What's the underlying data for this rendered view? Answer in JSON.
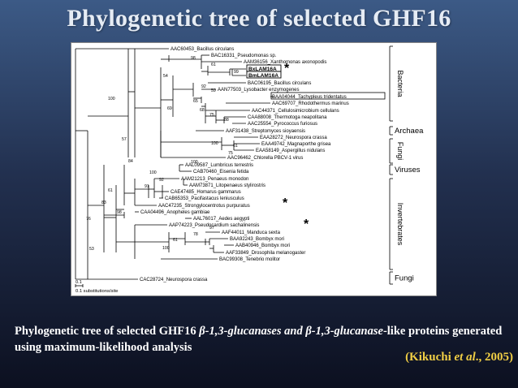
{
  "title": "Phylogenetic tree of selected GHF16",
  "tree": {
    "leaves": [
      "AAC60453_Bacillus circulans",
      "BAC16331_Pseudomonas sp.",
      "AAM36156_Xanthomonas axonopodis",
      "BxLAM16A",
      "BmLAM16A",
      "BAC06195_Bacillus circulans",
      "AAN77503_Lysobacter enzymogenes",
      "BAA04044_Tachypleus tridentatus",
      "AAC69707_Rhodothermus marinus",
      "AAC44371_Cellulosimicrobium cellulans",
      "CAA88008_Thermotoga neapolitana",
      "AAC25554_Pyrococcus furiosus",
      "AAF31438_Streptomyces sioyaensis",
      "EAA28272_Neurospora crassa",
      "EAA49742_Magnaporthe grisea",
      "EAA58149_Aspergillus nidulans",
      "AAC96462_Chlorella PBCV-1 virus",
      "AAL09587_Lumbricus terrestris",
      "CAB70460_Eisenia fetida",
      "AAM21213_Penaeus monodon",
      "AAM73871_Litopenaeus stylirostris",
      "CAE47485_Homarus gammarus",
      "CAB65353_Pacifastacus leniusculus",
      "AAC47235_Strongylocentrotus purpuratus",
      "CAA04496_Anopheles gambiae",
      "AAL76017_Aedes aegypti",
      "AAP74223_Pseudocardium sachalinensis",
      "AAF44011_Manduca sexta",
      "BAA92243_Bombyx mori",
      "AAB40946_Bombyx mori",
      "AAF33849_Drosophila melanogaster",
      "BAC99308_Tenebrio molitor",
      "CAC28724_Neurospora crassa"
    ],
    "bootstrap": [
      "98",
      "61",
      "99",
      "54",
      "92",
      "59",
      "100",
      "65",
      "69",
      "68",
      "75",
      "88",
      "57",
      "100",
      "61",
      "75",
      "100",
      "84",
      "100",
      "92",
      "91",
      "61",
      "83",
      "98",
      "76",
      "97",
      "78",
      "61",
      "100",
      "53"
    ],
    "groups": [
      "Bacteria",
      "Archaea",
      "Fungi",
      "Viruses",
      "Invertebrates",
      "Fungi"
    ],
    "star": "*",
    "scale_value": "0.1",
    "scale_label": "substitutions/site"
  },
  "caption": {
    "part1": "Phylogenetic tree of selected GHF16 ",
    "italic1": "β-1,3-glucanases and β-1,3-glucanase",
    "part2": "-like proteins generated using maximum-likelihood analysis"
  },
  "citation": {
    "open": "(Kikuchi ",
    "italic": "et al",
    "close": "., 2005)"
  }
}
